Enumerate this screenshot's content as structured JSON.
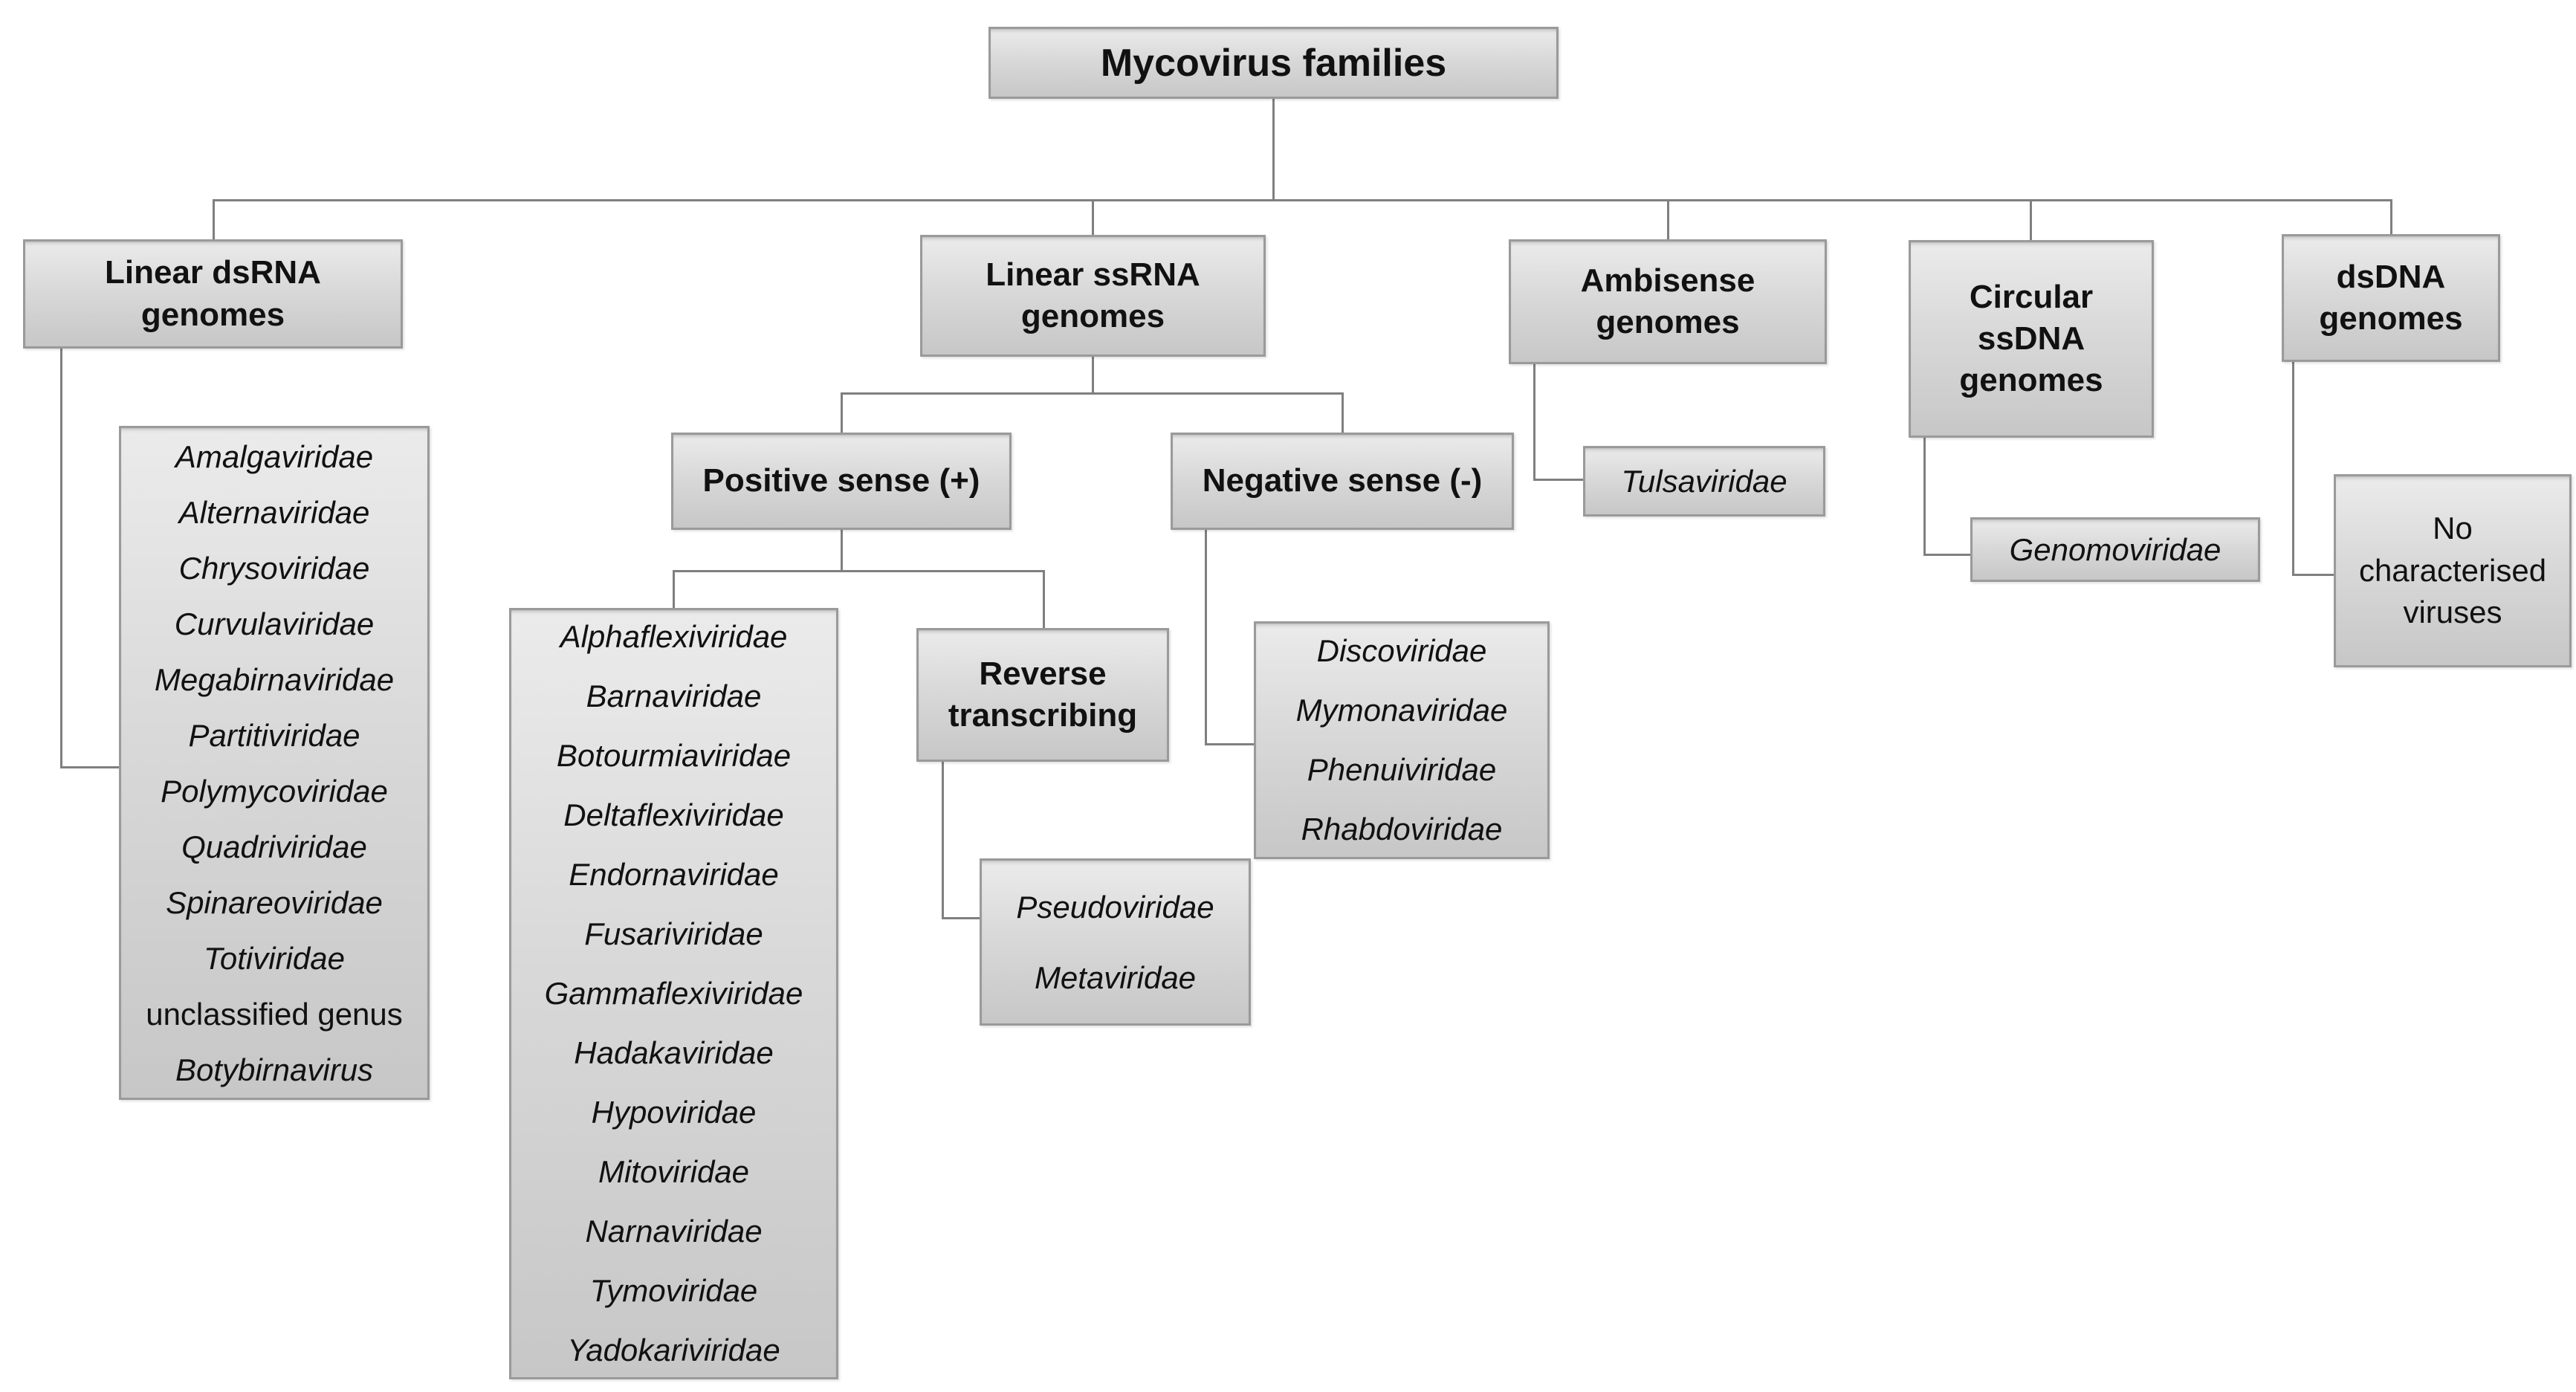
{
  "title": "Mycovirus families",
  "colors": {
    "box_fill_top": "#ebebeb",
    "box_fill_bottom": "#c7c7c7",
    "box_border": "#9a9a9a",
    "connector": "#7f7f7f",
    "text": "#111111"
  },
  "branches": {
    "dsrna": {
      "label": "Linear dsRNA genomes",
      "families": [
        {
          "t": "Amalgaviridae",
          "i": true
        },
        {
          "t": "Alternaviridae",
          "i": true
        },
        {
          "t": "Chrysoviridae",
          "i": true
        },
        {
          "t": "Curvulaviridae",
          "i": true
        },
        {
          "t": "Megabirnaviridae",
          "i": true
        },
        {
          "t": "Partitiviridae",
          "i": true
        },
        {
          "t": "Polymycoviridae",
          "i": true
        },
        {
          "t": "Quadriviridae",
          "i": true
        },
        {
          "t": "Spinareoviridae",
          "i": true
        },
        {
          "t": "Totiviridae",
          "i": true
        },
        {
          "t": "unclassified genus",
          "i": false
        },
        {
          "t": "Botybirnavirus",
          "i": true
        }
      ]
    },
    "ssrna": {
      "label": "Linear ssRNA genomes",
      "positive": {
        "label": "Positive sense (+)",
        "families": [
          {
            "t": "Alphaflexiviridae",
            "i": true
          },
          {
            "t": "Barnaviridae",
            "i": true
          },
          {
            "t": "Botourmiaviridae",
            "i": true
          },
          {
            "t": "Deltaflexiviridae",
            "i": true
          },
          {
            "t": "Endornaviridae",
            "i": true
          },
          {
            "t": "Fusariviridae",
            "i": true
          },
          {
            "t": "Gammaflexiviridae",
            "i": true
          },
          {
            "t": "Hadakaviridae",
            "i": true
          },
          {
            "t": "Hypoviridae",
            "i": true
          },
          {
            "t": "Mitoviridae",
            "i": true
          },
          {
            "t": "Narnaviridae",
            "i": true
          },
          {
            "t": "Tymoviridae",
            "i": true
          },
          {
            "t": "Yadokariviridae",
            "i": true
          }
        ]
      },
      "reverse": {
        "label": "Reverse transcribing",
        "families": [
          {
            "t": "Pseudoviridae",
            "i": true
          },
          {
            "t": "Metaviridae",
            "i": true
          }
        ]
      },
      "negative": {
        "label": "Negative sense (-)",
        "families": [
          {
            "t": "Discoviridae",
            "i": true
          },
          {
            "t": "Mymonaviridae",
            "i": true
          },
          {
            "t": "Phenuiviridae",
            "i": true
          },
          {
            "t": "Rhabdoviridae",
            "i": true
          }
        ]
      }
    },
    "ambisense": {
      "label": "Ambisense genomes",
      "families": [
        {
          "t": "Tulsaviridae",
          "i": true
        }
      ]
    },
    "circular_ssdna": {
      "label": "Circular ssDNA genomes",
      "families": [
        {
          "t": "Genomoviridae",
          "i": true
        }
      ]
    },
    "dsdna": {
      "label": "dsDNA genomes",
      "note": "No characterised viruses"
    }
  }
}
